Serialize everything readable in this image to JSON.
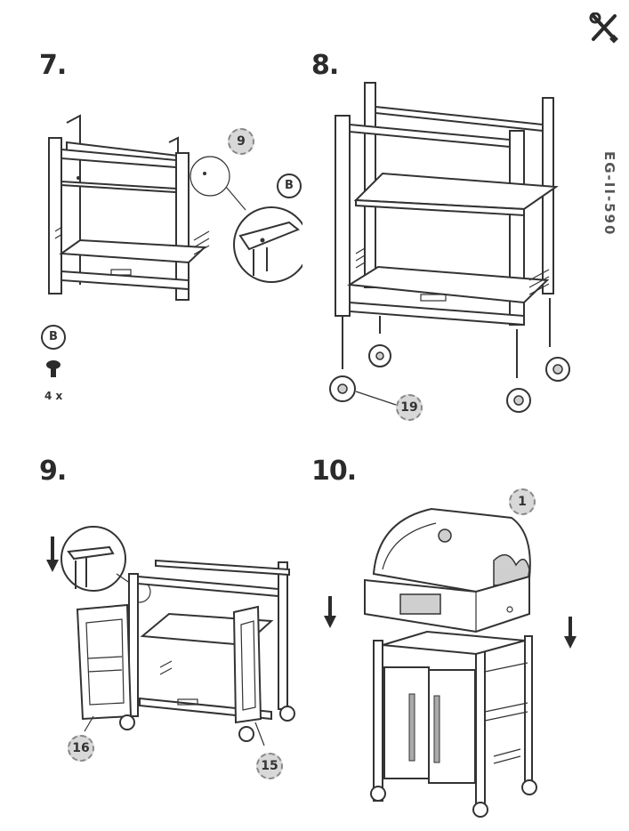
{
  "document_code": "EG-II-590",
  "tools_icon": "wrench-screwdriver-icon",
  "steps": [
    {
      "number": "7.",
      "callouts": [
        "9",
        "B"
      ],
      "parts": {
        "letter": "B",
        "icon": "screw-icon",
        "quantity": "4 x"
      }
    },
    {
      "number": "8.",
      "callouts": [
        "19"
      ]
    },
    {
      "number": "9.",
      "callouts": [
        "16",
        "15"
      ]
    },
    {
      "number": "10.",
      "callouts": [
        "1"
      ]
    }
  ]
}
